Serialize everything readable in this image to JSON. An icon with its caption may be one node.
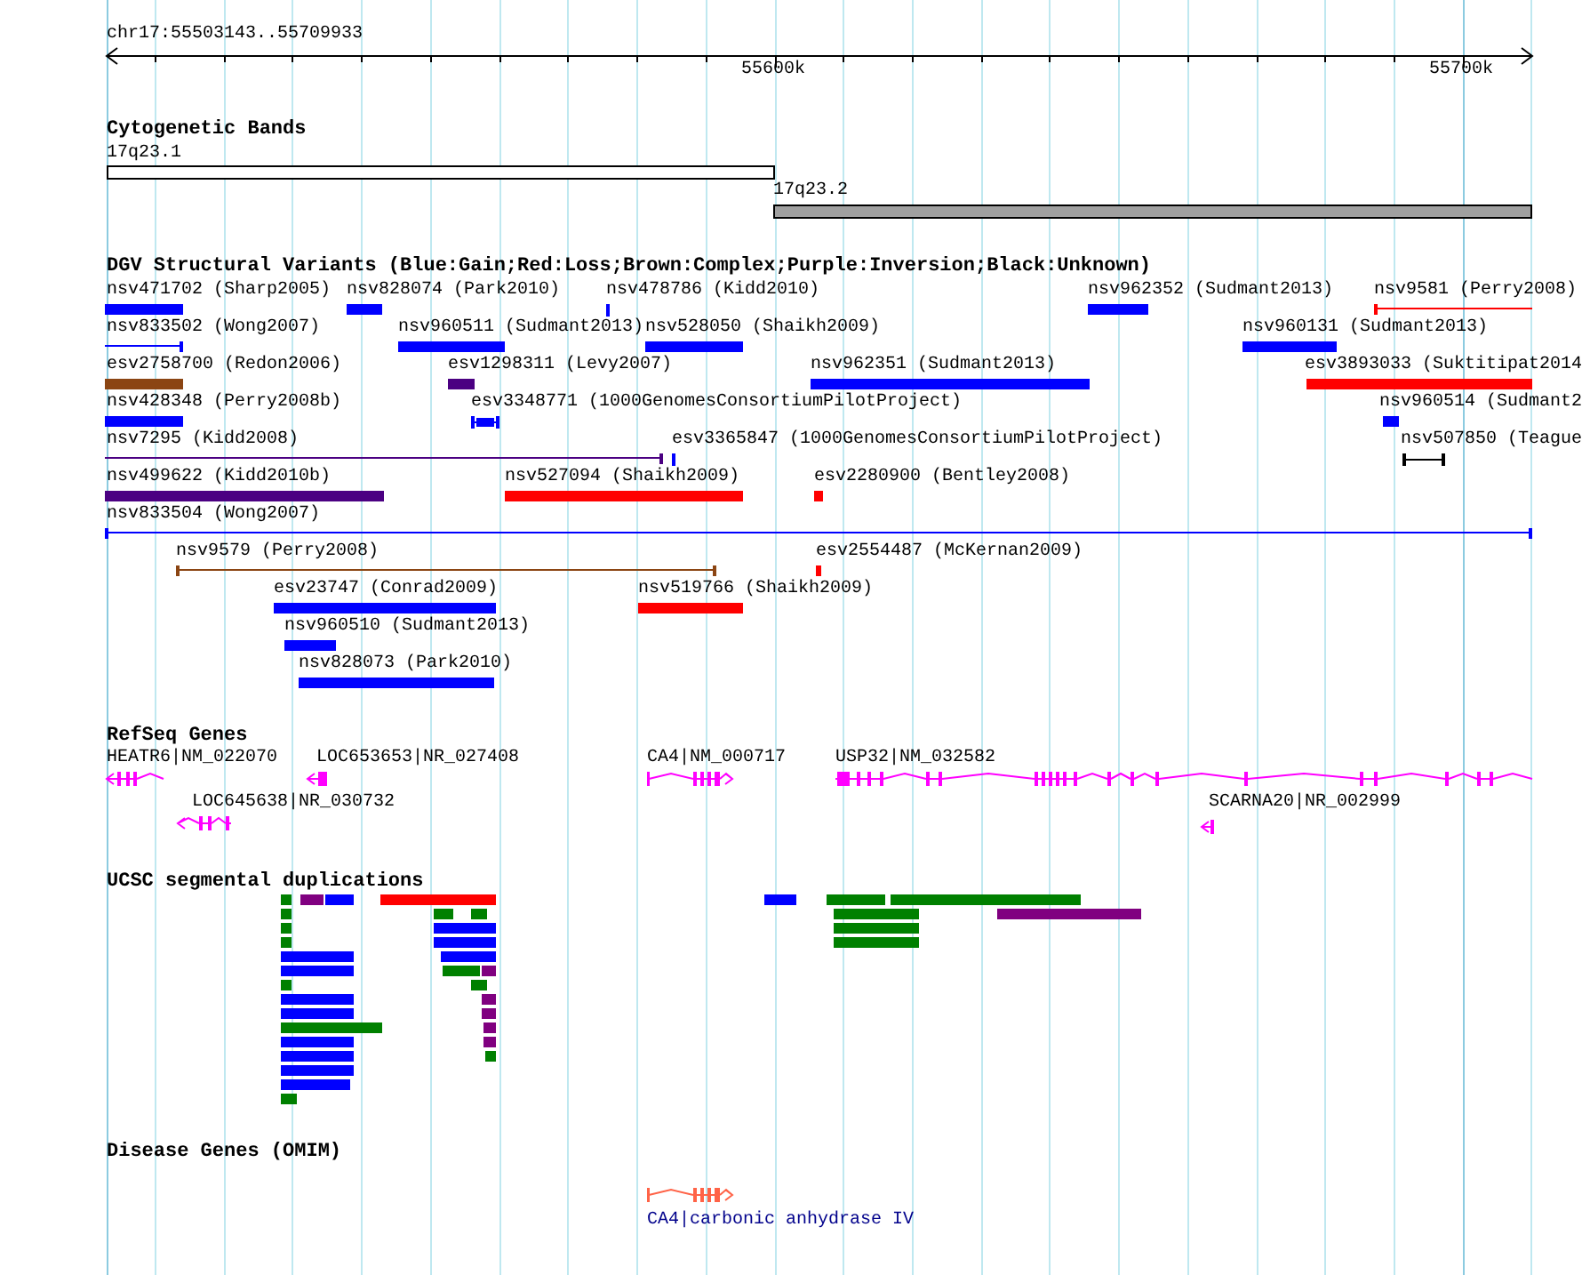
{
  "diagram": {
    "labels": [
      "chr17:55503143..55709933",
      "55600k",
      "55700k",
      "Cytogenetic Bands",
      "17q23.1",
      "17q23.2",
      "DGV Structural Variants (Blue:Gain;Red:Loss;Brown:Complex;Purple:Inversion;Black:Unknown)",
      "nsv471702 (Sharp2005)",
      "nsv828074 (Park2010)",
      "nsv478786 (Kidd2010)",
      "nsv962352 (Sudmant2013)",
      "nsv9581 (Perry2008)",
      "nsv833502 (Wong2007)",
      "nsv960511 (Sudmant2013)",
      "nsv528050 (Shaikh2009)",
      "nsv960131 (Sudmant2013)",
      "esv2758700 (Redon2006)",
      "esv1298311 (Levy2007)",
      "nsv962351 (Sudmant2013)",
      "esv3893033 (Suktitipat2014",
      "nsv428348 (Perry2008b)",
      "esv3348771 (1000GenomesConsortiumPilotProject)",
      "nsv960514 (Sudmant2",
      "nsv7295 (Kidd2008)",
      "esv3365847 (1000GenomesConsortiumPilotProject)",
      "nsv507850 (Teague",
      "nsv499622 (Kidd2010b)",
      "nsv527094 (Shaikh2009)",
      "esv2280900 (Bentley2008)",
      "nsv833504 (Wong2007)",
      "nsv9579 (Perry2008)",
      "esv2554487 (McKernan2009)",
      "esv23747 (Conrad2009)",
      "nsv519766 (Shaikh2009)",
      "nsv960510 (Sudmant2013)",
      "nsv828073 (Park2010)",
      "RefSeq Genes",
      "HEATR6|NM_022070",
      "LOC653653|NR_027408",
      "CA4|NM_000717",
      "USP32|NM_032582",
      "LOC645638|NR_030732",
      "SCARNA20|NR_002999",
      "UCSC segmental duplications",
      "Disease Genes (OMIM)",
      "CA4|carbonic anhydrase IV"
    ]
  }
}
